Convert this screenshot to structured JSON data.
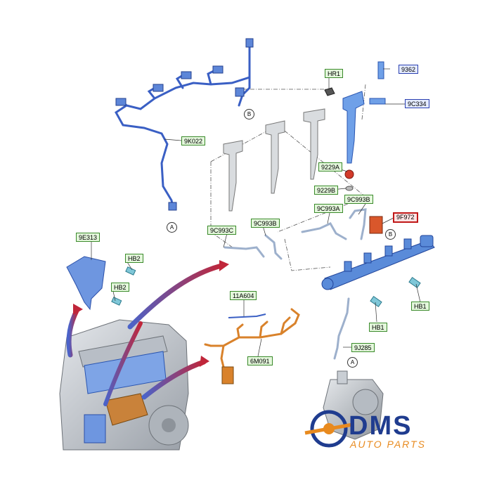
{
  "diagram": {
    "labels": {
      "hr1": "HR1",
      "l9362": "9362",
      "l9c334": "9C334",
      "l9k022": "9K022",
      "l9229a": "9229A",
      "l9229b": "9229B",
      "l9c993b_right": "9C993B",
      "l9c993a": "9C993A",
      "l9f972": "9F972",
      "l9c993c": "9C993C",
      "l9c993b_left": "9C993B",
      "l9e313": "9E313",
      "hb2_top": "HB2",
      "hb2_bottom": "HB2",
      "hb1_right": "HB1",
      "hb1_lower": "HB1",
      "l11a604": "11A604",
      "l6m091": "6M091",
      "l9j285": "9J285"
    },
    "callouts": {
      "a_top": "A",
      "a_bottom": "A",
      "b_top": "B",
      "b_right": "B"
    }
  },
  "logo": {
    "main": "DMS",
    "sub": "AUTO PARTS"
  },
  "colors": {
    "part_blue": "#4a7fd6",
    "harness_blue": "#3a5fc4",
    "harness_orange": "#d9822b",
    "arrow_red": "#c0263a",
    "arrow_blue": "#4b63c9",
    "engine_gray": "#c8ccd2",
    "label_green_border": "#3a8a2a",
    "label_blue_border": "#2a3fb0",
    "highlight_red": "#c01818"
  }
}
